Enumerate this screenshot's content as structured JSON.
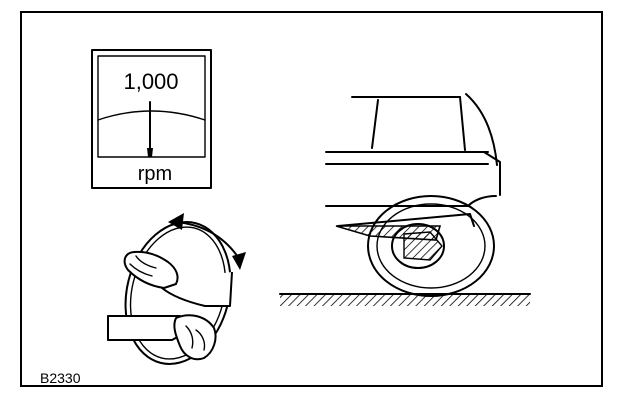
{
  "figure": {
    "code": "B2330"
  },
  "tachometer": {
    "reading": "1,000",
    "unit": "rpm"
  }
}
